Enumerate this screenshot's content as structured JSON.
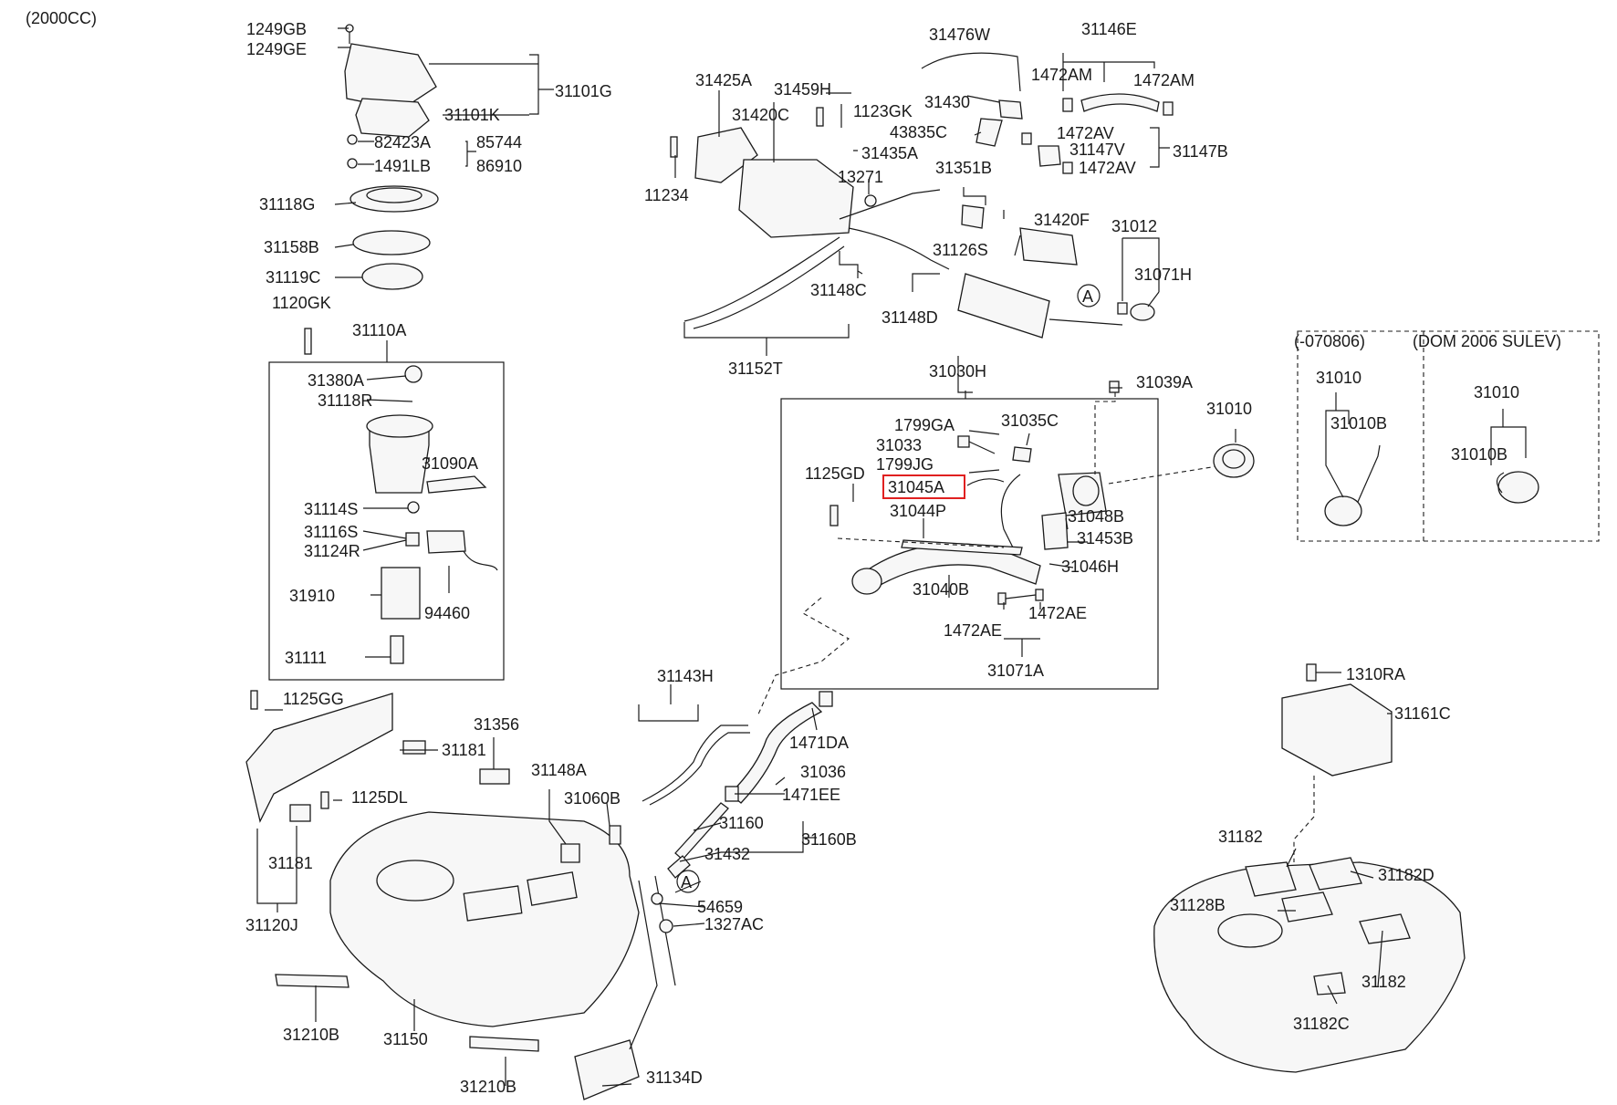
{
  "header": {
    "engine": "(2000CC)"
  },
  "highlight_color": "#e02020",
  "callouts": {
    "p1249GB": "1249GB",
    "p1249GE": "1249GE",
    "p31101G": "31101G",
    "p31101K": "31101K",
    "p82423A": "82423A",
    "p85744": "85744",
    "p1491LB": "1491LB",
    "p86910": "86910",
    "p31118G": "31118G",
    "p31158B": "31158B",
    "p31119C": "31119C",
    "p1120GK": "1120GK",
    "p31110A": "31110A",
    "p31380A": "31380A",
    "p31118R": "31118R",
    "p31090A": "31090A",
    "p31114S": "31114S",
    "p31116S": "31116S",
    "p31124R": "31124R",
    "p31910": "31910",
    "p94460": "94460",
    "p31111": "31111",
    "p31425A": "31425A",
    "p31459H": "31459H",
    "p31420C": "31420C",
    "p1123GK": "1123GK",
    "p31435A": "31435A",
    "p11234": "11234",
    "p13271": "13271",
    "p31351B": "31351B",
    "p31126S": "31126S",
    "p31148C": "31148C",
    "p31148D": "31148D",
    "p31152T": "31152T",
    "p31476W": "31476W",
    "p31146E": "31146E",
    "p1472AM_a": "1472AM",
    "p1472AM_b": "1472AM",
    "p31430": "31430",
    "p43835C": "43835C",
    "p1472AV_a": "1472AV",
    "p31147V": "31147V",
    "p31147B": "31147B",
    "p1472AV_b": "1472AV",
    "p31420F": "31420F",
    "p31012": "31012",
    "p31071H": "31071H",
    "pA_top": "A",
    "p31030H": "31030H",
    "p31039A": "31039A",
    "p1799GA": "1799GA",
    "p31035C": "31035C",
    "p31033": "31033",
    "p1799JG": "1799JG",
    "p1125GD": "1125GD",
    "p31045A": "31045A",
    "p31044P": "31044P",
    "p31048B": "31048B",
    "p31453B": "31453B",
    "p31046H": "31046H",
    "p31040B": "31040B",
    "p1472AE_a": "1472AE",
    "p1472AE_b": "1472AE",
    "p31071A": "31071A",
    "p31010_main": "31010",
    "var1_title": "(-070806)",
    "var1_cap": "31010",
    "var1_sub": "31010B",
    "var2_title": "(DOM 2006 SULEV)",
    "var2_cap": "31010",
    "var2_sub": "31010B",
    "p1125GG": "1125GG",
    "p31181_a": "31181",
    "p31356": "31356",
    "p1125DL": "1125DL",
    "p31181_b": "31181",
    "p31120J": "31120J",
    "p31148A": "31148A",
    "p31060B": "31060B",
    "p31143H": "31143H",
    "p1471DA": "1471DA",
    "p31036": "31036",
    "p1471EE": "1471EE",
    "p31160": "31160",
    "p31160B": "31160B",
    "p31432": "31432",
    "pA_bot": "A",
    "p54659": "54659",
    "p1327AC": "1327AC",
    "p31210B_a": "31210B",
    "p31150": "31150",
    "p31210B_b": "31210B",
    "p31134D": "31134D",
    "p1310RA": "1310RA",
    "p31161C": "31161C",
    "p31182_a": "31182",
    "p31182D": "31182D",
    "p31128B": "31128B",
    "p31182_b": "31182",
    "p31182C": "31182C"
  }
}
